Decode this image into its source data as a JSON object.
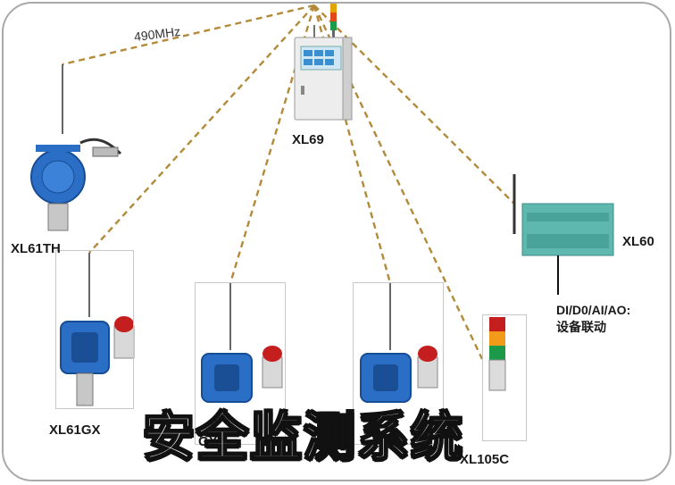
{
  "diagram": {
    "frequency_label": "490MHz",
    "title": "安全监测系统",
    "controller": {
      "name": "XL69"
    },
    "devices": [
      {
        "name": "XL61TH"
      },
      {
        "name": "XL61GX"
      },
      {
        "name": "GX"
      },
      {
        "name": "XL105C"
      },
      {
        "name": "XL60"
      }
    ],
    "io_lines": [
      "DI/D0/AI/AO:",
      "设备联动"
    ],
    "colors": {
      "link": "#b38a3a",
      "detector_blue": "#2a6ec6",
      "alarm_red": "#c41e1e",
      "module_teal": "#5fb8b0",
      "frame": "#a9a9a9"
    }
  }
}
